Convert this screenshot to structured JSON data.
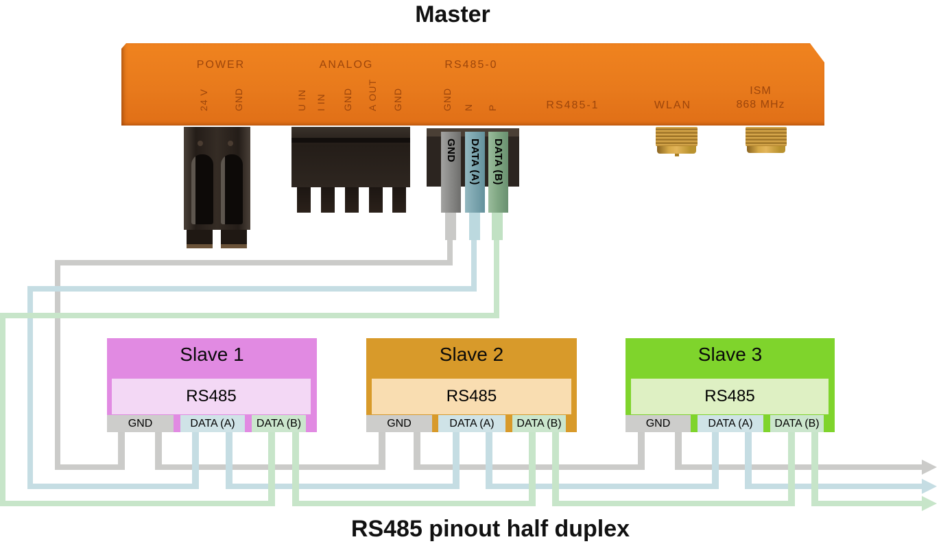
{
  "master": {
    "title": "Master",
    "sections": {
      "power": "POWER",
      "analog": "ANALOG",
      "rs485_0": "RS485-0",
      "rs485_1": "RS485-1",
      "wlan": "WLAN",
      "ism": "ISM",
      "ism_freq": "868 MHz"
    },
    "pins": {
      "p24v": "24 V",
      "power_gnd": "GND",
      "u_in": "U IN",
      "i_in": "I IN",
      "analog_gnd": "GND",
      "a_out": "A OUT",
      "analog_gnd2": "GND",
      "rs485_gnd": "GND",
      "rs485_n": "N",
      "rs485_p": "P"
    },
    "plugs": {
      "gnd": "GND",
      "data_a": "DATA (A)",
      "data_b": "DATA (B)"
    }
  },
  "slaves": [
    {
      "title": "Slave 1",
      "module": "RS485",
      "pins": {
        "gnd": "GND",
        "data_a": "DATA (A)",
        "data_b": "DATA (B)"
      }
    },
    {
      "title": "Slave 2",
      "module": "RS485",
      "pins": {
        "gnd": "GND",
        "data_a": "DATA (A)",
        "data_b": "DATA (B)"
      }
    },
    {
      "title": "Slave 3",
      "module": "RS485",
      "pins": {
        "gnd": "GND",
        "data_a": "DATA (A)",
        "data_b": "DATA (B)"
      }
    }
  ],
  "caption": "RS485 pinout half duplex",
  "colors": {
    "master_orange": "#e87a1c",
    "master_label": "#9c450b",
    "slave1_outer": "#e18ae2",
    "slave1_inner": "#f3d8f5",
    "slave2_outer": "#d89a2a",
    "slave2_inner": "#f9ddb1",
    "slave3_outer": "#7fd42c",
    "slave3_inner": "#def0c3",
    "wire_gnd": "#cbcbc9",
    "wire_data_a": "#c5dde3",
    "wire_data_b": "#c7e5c9",
    "plug_gnd": "#8b8b89",
    "plug_data_a": "#7da6b0",
    "plug_data_b": "#81a884",
    "antenna_gold": "#c6963a"
  }
}
